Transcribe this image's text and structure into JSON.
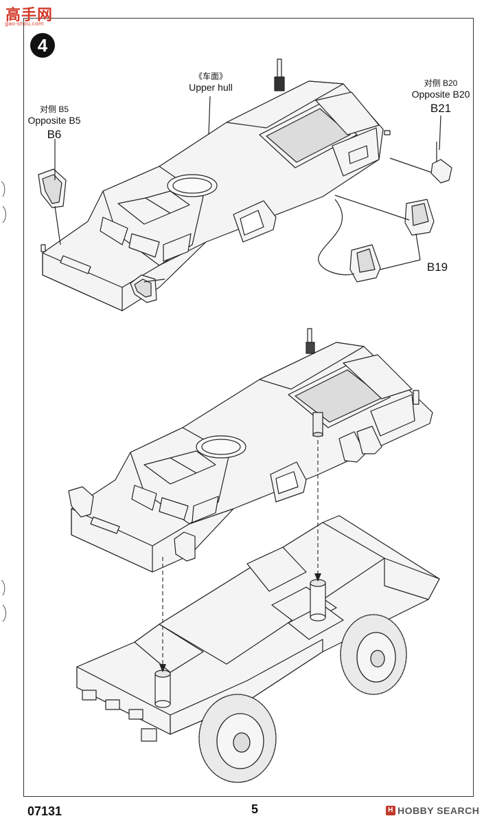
{
  "watermark": {
    "site_cn": "高手网",
    "site_url": "gao-shou.com"
  },
  "step": {
    "number": "4"
  },
  "labels": {
    "upper_hull": {
      "cn": "《车面》",
      "en": "Upper hull"
    },
    "left_part": {
      "cn": "对侧 B5",
      "en": "Opposite B5",
      "part": "B6"
    },
    "right_part": {
      "cn": "对侧 B20",
      "en": "Opposite B20",
      "part": "B21"
    },
    "b19": {
      "part": "B19"
    }
  },
  "footer": {
    "product_code": "07131",
    "page_number": "5",
    "brand": "HOBBY SEARCH"
  },
  "colors": {
    "line": "#222222",
    "fill": "#f4f4f4",
    "watermark": "#d43a2a"
  }
}
